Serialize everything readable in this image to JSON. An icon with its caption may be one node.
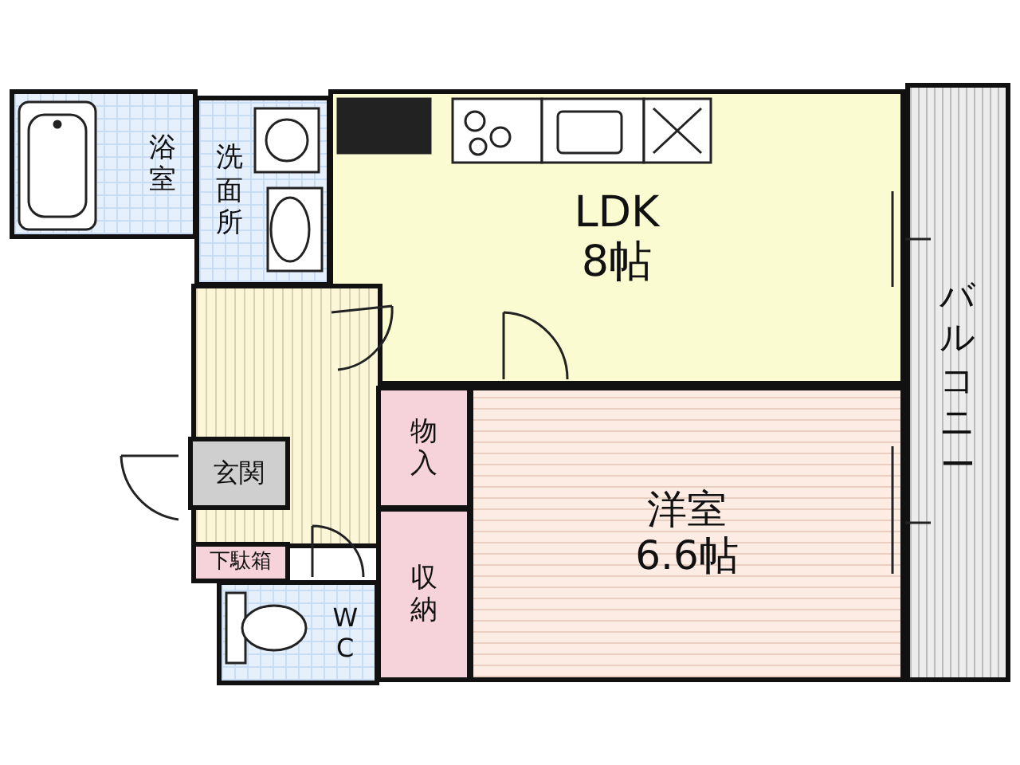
{
  "diagram": {
    "nodes": [
      {
        "text": [
          "浴室"
        ]
      },
      {
        "text": [
          "洗面所"
        ]
      },
      {
        "text": [
          "LDK",
          "8帖"
        ]
      },
      {
        "text": [
          "バルコニー"
        ]
      },
      {
        "text": [],
        "shape": "box"
      },
      {
        "text": [
          "玄関"
        ],
        "in": 4
      },
      {
        "text": [
          "物入"
        ]
      },
      {
        "text": [
          "洋室",
          "6.6帖"
        ]
      },
      {
        "text": [
          "下駄箱"
        ]
      },
      {
        "text": [
          "収納"
        ]
      },
      {
        "text": [
          "WC"
        ]
      }
    ]
  }
}
